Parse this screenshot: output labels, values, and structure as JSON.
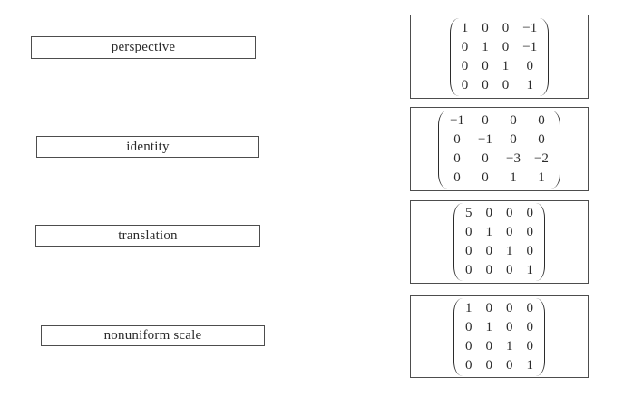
{
  "page": {
    "background_color": "#ffffff",
    "border_color": "#4d4d4d",
    "text_color": "#2b2b2b"
  },
  "labels": [
    {
      "text": "perspective"
    },
    {
      "text": "identity"
    },
    {
      "text": "translation"
    },
    {
      "text": "nonuniform scale"
    }
  ],
  "matrices": [
    {
      "rows": [
        [
          "1",
          "0",
          "0",
          "−1"
        ],
        [
          "0",
          "1",
          "0",
          "−1"
        ],
        [
          "0",
          "0",
          "1",
          "0"
        ],
        [
          "0",
          "0",
          "0",
          "1"
        ]
      ]
    },
    {
      "rows": [
        [
          "−1",
          "0",
          "0",
          "0"
        ],
        [
          "0",
          "−1",
          "0",
          "0"
        ],
        [
          "0",
          "0",
          "−3",
          "−2"
        ],
        [
          "0",
          "0",
          "1",
          "1"
        ]
      ]
    },
    {
      "rows": [
        [
          "5",
          "0",
          "0",
          "0"
        ],
        [
          "0",
          "1",
          "0",
          "0"
        ],
        [
          "0",
          "0",
          "1",
          "0"
        ],
        [
          "0",
          "0",
          "0",
          "1"
        ]
      ]
    },
    {
      "rows": [
        [
          "1",
          "0",
          "0",
          "0"
        ],
        [
          "0",
          "1",
          "0",
          "0"
        ],
        [
          "0",
          "0",
          "1",
          "0"
        ],
        [
          "0",
          "0",
          "0",
          "1"
        ]
      ]
    }
  ]
}
